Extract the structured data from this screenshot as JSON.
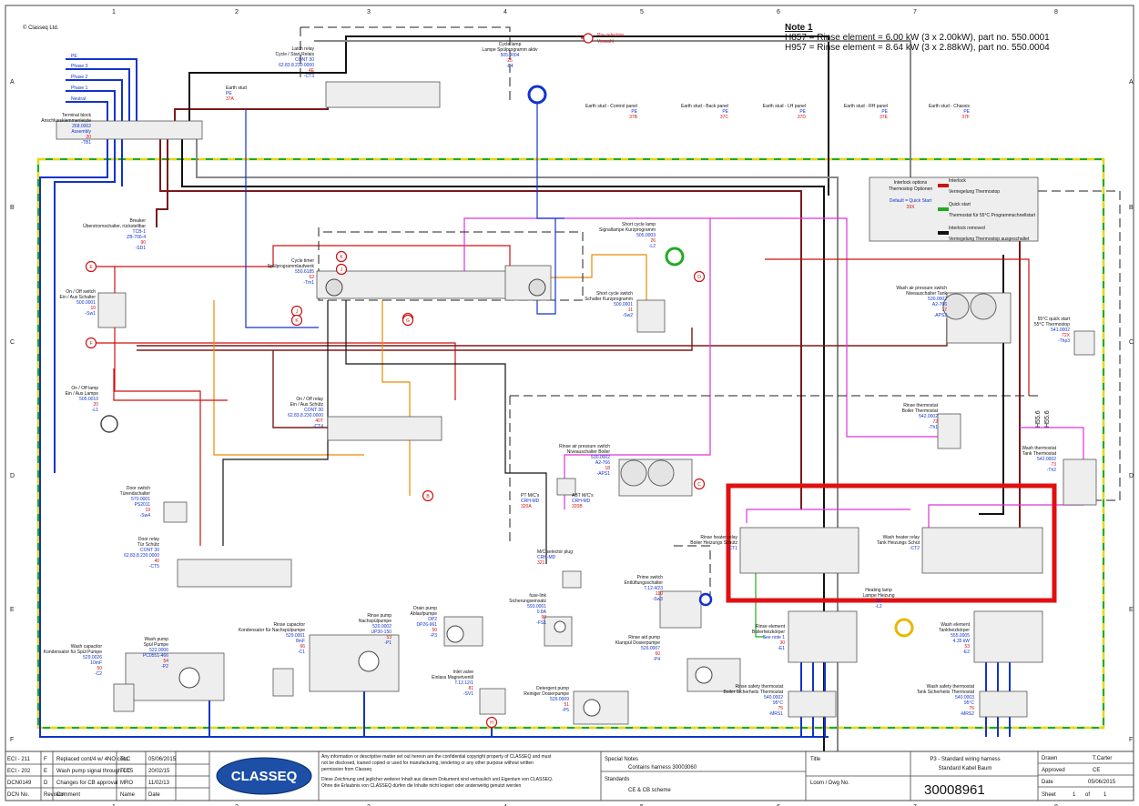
{
  "copyright": "© Classeq Ltd.",
  "grid": {
    "cols": [
      "1",
      "2",
      "3",
      "4",
      "5",
      "6",
      "7",
      "8"
    ],
    "rows": [
      "A",
      "B",
      "C",
      "D",
      "E",
      "F"
    ]
  },
  "legend_preselection": [
    "Pre-selection",
    "Vorwahl"
  ],
  "note": {
    "title": "Note 1",
    "line1": "H857 = Rinse element = 6.00 kW (3 x 2.00kW), part no. 550.0001",
    "line2": "H957 = Rinse element = 8.64 kW (3 x 2.88kW), part no. 550.0004"
  },
  "supply_lines": [
    "PE",
    "Phase 3",
    "Phase 2",
    "Phase 1",
    "Neutral"
  ],
  "interlock": {
    "title": [
      "Interlock options",
      "Thermostop Optionen"
    ],
    "default": "Default = Quick Start",
    "ref": "39X",
    "options": [
      {
        "label": "Interlock",
        "sub": "Verriegelung Thermostop",
        "color": "#cc1111"
      },
      {
        "label": "Quick start",
        "sub": "Thermostat für 55°C Programmschnellstart",
        "color": "#22aa22"
      },
      {
        "label": "Interlock removed",
        "sub": "Verriegelung Thermostop ausgeschaltet",
        "color": "#111111"
      }
    ]
  },
  "components": [
    {
      "id": "terminal",
      "lines": [
        "Terminal block",
        "Anschlussklemmenleiste"
      ],
      "code": [
        "268.0002",
        "Assembly",
        "20",
        "-TB1"
      ]
    },
    {
      "id": "earth-stud",
      "lines": [
        "Earth stud"
      ],
      "code": [
        "PE",
        "37A"
      ]
    },
    {
      "id": "latch-relay",
      "lines": [
        "Latch relay",
        "Cycle / Start Relais"
      ],
      "code": [
        "CONT 30",
        "62.83.8.230.0000",
        "4E",
        "-CT3"
      ]
    },
    {
      "id": "cycle-lamp",
      "lines": [
        "Cycle lamp",
        "Lampe Spülprogramm aktiv"
      ],
      "code": [
        "505.0004",
        "25",
        "-L4"
      ]
    },
    {
      "id": "es-control",
      "lines": [
        "Earth stud - Control panel"
      ],
      "code": [
        "PE",
        "37B"
      ]
    },
    {
      "id": "es-back",
      "lines": [
        "Earth stud - Back panel"
      ],
      "code": [
        "PE",
        "37C"
      ]
    },
    {
      "id": "es-lh",
      "lines": [
        "Earth stud - LH panel"
      ],
      "code": [
        "PE",
        "37D"
      ]
    },
    {
      "id": "es-rh",
      "lines": [
        "Earth stud - RH panel"
      ],
      "code": [
        "PE",
        "37E"
      ]
    },
    {
      "id": "es-chassis",
      "lines": [
        "Earth stud - Chassis"
      ],
      "code": [
        "PE",
        "37F"
      ]
    },
    {
      "id": "breaker",
      "lines": [
        "Breaker",
        "Überstromschalter, rückstellbar"
      ],
      "code": [
        "TCB-1",
        "ZB-700-4",
        "90",
        "-SD1"
      ]
    },
    {
      "id": "cycle-timer",
      "lines": [
        "Cycle timer",
        "Spülprogrammlaufwerk"
      ],
      "code": [
        "550.6185",
        "62",
        "-Tm1"
      ]
    },
    {
      "id": "short-cycle-lamp",
      "lines": [
        "Short cycle lamp",
        "Signallampe Kurzprogramm"
      ],
      "code": [
        "505.0003",
        "26",
        "-L2"
      ]
    },
    {
      "id": "onoff-switch",
      "lines": [
        "On / Off switch",
        "Ein / Aus Schalter"
      ],
      "code": [
        "500.0001",
        "10",
        "-Sw1"
      ]
    },
    {
      "id": "short-cycle-switch",
      "lines": [
        "Short cycle switch",
        "Schalter Kurzprogramm"
      ],
      "code": [
        "500.0001",
        "11",
        "-Sw2"
      ]
    },
    {
      "id": "wash-air-switch",
      "lines": [
        "Wash air pressure switch",
        "Niveauschalter Tank"
      ],
      "code": [
        "530.0002",
        "A2-766",
        "17",
        "-APS2"
      ]
    },
    {
      "id": "quick-start",
      "lines": [
        "55°C quick start",
        "55°C Thermostop"
      ],
      "code": [
        "541.0002",
        "72X",
        "-Thp3"
      ]
    },
    {
      "id": "onoff-lamp",
      "lines": [
        "On / Off lamp",
        "Ein / Aus Lampe"
      ],
      "code": [
        "505.0010",
        "20",
        "-L1"
      ]
    },
    {
      "id": "onoff-relay",
      "lines": [
        "On / Off relay",
        "Ein / Aus Schütz"
      ],
      "code": [
        "CONT 30",
        "62.83.8.230.0000",
        "40T",
        "-CT4"
      ]
    },
    {
      "id": "rinse-thermostat",
      "lines": [
        "Rinse thermostat",
        "Boiler Thermostat"
      ],
      "code": [
        "542.0002",
        "72",
        "-Th1"
      ]
    },
    {
      "id": "rinse-air-switch",
      "lines": [
        "Rinse air pressure switch",
        "Niveauschalter Boiler"
      ],
      "code": [
        "530.0002",
        "A2-766",
        "18",
        "-APS1"
      ]
    },
    {
      "id": "wash-thermostat",
      "lines": [
        "Wash thermostat",
        "Tank Thermostat"
      ],
      "code": [
        "542.0002",
        "73",
        "-Th2"
      ]
    },
    {
      "id": "door-switch",
      "lines": [
        "Door switch",
        "Türendschalter"
      ],
      "code": [
        "570.0001",
        "PS2011",
        "19",
        "-Sw4"
      ]
    },
    {
      "id": "pt-mcs",
      "lines": [
        "PT M/C's"
      ],
      "code": [
        "CRH-MD",
        "320A"
      ]
    },
    {
      "id": "abt-mcs",
      "lines": [
        "ABT M/C's"
      ],
      "code": [
        "CRH-MD",
        "320B"
      ]
    },
    {
      "id": "mc-selector",
      "lines": [
        "M/C selector plug"
      ],
      "code": [
        "CRH-MD",
        "321"
      ]
    },
    {
      "id": "door-relay",
      "lines": [
        "Door relay",
        "Tür Schütz"
      ],
      "code": [
        "CONT 30",
        "62.83.8.230.0000",
        "40",
        "-CT5"
      ]
    },
    {
      "id": "rinse-heater-relay",
      "lines": [
        "Rinse heater relay",
        "Boiler Heizungs Schütz"
      ],
      "code": [
        "-CT1"
      ]
    },
    {
      "id": "wash-heater-relay",
      "lines": [
        "Wash heater relay",
        "Tank Heizungs Schüt"
      ],
      "code": [
        "-CT2"
      ]
    },
    {
      "id": "heating-lamp",
      "lines": [
        "Heating lamp",
        "Lampe Heizung"
      ],
      "code": [
        "20",
        "-L2"
      ]
    },
    {
      "id": "prime-switch",
      "lines": [
        "Prime switch",
        "Entlüftungsschalter"
      ],
      "code": [
        "T.12.4/23",
        "110",
        "-Sw3"
      ]
    },
    {
      "id": "fuse-link",
      "lines": [
        "fuse-link",
        "Sicherungseinsatz"
      ],
      "code": [
        "593.0001",
        "0.8A",
        "90",
        "-FS1"
      ]
    },
    {
      "id": "drain-pump",
      "lines": [
        "Drain pump",
        "Ablaufpumpe"
      ],
      "code": [
        "DP2",
        "DP26-961",
        "50",
        "-P3"
      ]
    },
    {
      "id": "rinse-element",
      "lines": [
        "Rinse element",
        "Boilerheizkörper"
      ],
      "code": [
        "See note 1",
        "30",
        "-E1"
      ]
    },
    {
      "id": "wash-element",
      "lines": [
        "Wash element",
        "Tankheizkörper"
      ],
      "code": [
        "555.0005",
        "4.35 kW",
        "53",
        "-E2"
      ]
    },
    {
      "id": "wash-capacitor",
      "lines": [
        "Wash capacitor",
        "Kondensator für Spül Pumpe"
      ],
      "code": [
        "529.0026",
        "10mF",
        "50",
        "-C2"
      ]
    },
    {
      "id": "wash-pump",
      "lines": [
        "Wash pump",
        "Spül Pumpe"
      ],
      "code": [
        "522.0006",
        "PC0551-466",
        "54",
        "-P2"
      ]
    },
    {
      "id": "rinse-capacitor",
      "lines": [
        "Rinse capacitor",
        "Kondensator für Nachspülpumpe"
      ],
      "code": [
        "529.0001",
        "8mF",
        "66",
        "-C1"
      ]
    },
    {
      "id": "rinse-pump",
      "lines": [
        "Rinse pump",
        "Nachspülpumpe"
      ],
      "code": [
        "520.0002",
        "UP30-150",
        "53",
        "-P1"
      ]
    },
    {
      "id": "inlet-valve",
      "lines": [
        "Inlet valve",
        "Einlass Magnetventil"
      ],
      "code": [
        "T.12.12/1",
        "81",
        "-SV1"
      ]
    },
    {
      "id": "detergent-pump",
      "lines": [
        "Detergent pump",
        "Reiniger Dosierpumpe"
      ],
      "code": [
        "526.0009",
        "51",
        "-P5"
      ]
    },
    {
      "id": "rinse-aid-pump",
      "lines": [
        "Rinse aid pump",
        "Klarspül Dosierpumpe"
      ],
      "code": [
        "526.0007",
        "60",
        "-P4"
      ]
    },
    {
      "id": "rinse-safety",
      "lines": [
        "Rinse safety thermostat",
        "Boiler Sicherheits Thermostat"
      ],
      "code": [
        "540.0002",
        "95°C",
        "75",
        "-MRS1"
      ]
    },
    {
      "id": "wash-safety",
      "lines": [
        "Wash safety thermostat",
        "Tank Sicherheits Thermostat"
      ],
      "code": [
        "540.0003",
        "95°C",
        "76",
        "-MRS2"
      ]
    }
  ],
  "markers": [
    "K",
    "J",
    "E",
    "H",
    "F",
    "G",
    "D",
    "C",
    "B",
    "J",
    "K",
    "H"
  ],
  "thermostat_tags": [
    "H55.6",
    "H55.6"
  ],
  "titleblock": {
    "revisions": [
      {
        "dcn": "ECI - 211",
        "rev": "F",
        "comment": "Replaced cont/4 w/ 4NO cont",
        "name": "TLC",
        "date": "05/06/2015"
      },
      {
        "dcn": "ECI - 202",
        "rev": "E",
        "comment": "Wash pump signal through CT5",
        "name": "TLC",
        "date": "20/02/15"
      },
      {
        "dcn": "DCN0149",
        "rev": "D",
        "comment": "Changes for CB approval",
        "name": "MRO",
        "date": "11/02/13"
      }
    ],
    "rev_header": {
      "dcn": "DCN No.",
      "rev": "Revision",
      "comment": "Comment",
      "name": "Name",
      "date": "Date"
    },
    "logo": "CLASSEQ",
    "confidential_en": [
      "Any information or descriptive matter set out hereon are the confidential copyright property of CLASSEQ and must",
      "not be disclosed, loaned copied or used for manufacturing, tendering or any other purpose without written",
      "permission from Classeq"
    ],
    "confidential_de": [
      "Diese Zeichnung und jeglicher weiterer Inhalt aus diesem Dokument sind vertraulich und Eigentum von CLASSEQ.",
      "Ohne die Erlaubnis von CLASSEQ dürfen die Inhalte nicht kopiert oder anderweitig genutzt werden"
    ],
    "special_notes_label": "Special Notes",
    "special_notes": "Contains harness 30003060",
    "standards_label": "Standards",
    "standards": "CE & CB scheme",
    "title_label": "Title",
    "title_en": "P3 - Standard wiring harness",
    "title_de": "Standard Kabel Baum",
    "loom_label": "Loom / Dwg No.",
    "loom_no": "30008961",
    "drawn_label": "Drawn",
    "drawn": "T.Carter",
    "approved_label": "Approved",
    "approved": "CE",
    "date_label": "Date",
    "date": "05/06/2015",
    "sheet_label": "Sheet",
    "sheet": "1",
    "sheet_of": "of",
    "sheet_total": "1"
  }
}
